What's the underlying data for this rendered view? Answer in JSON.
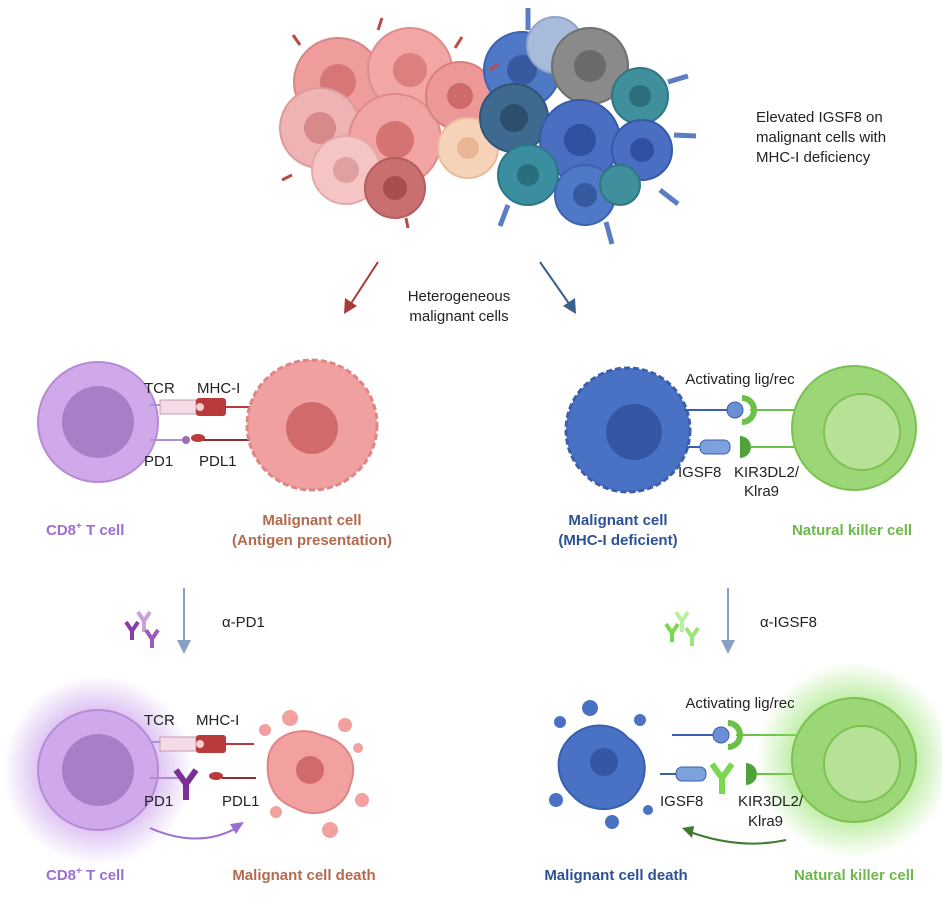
{
  "labels": {
    "elevated_line1": "Elevated IGSF8 on",
    "elevated_line2": "malignant cells with",
    "elevated_line3": "MHC-I deficiency",
    "hetero_line1": "Heterogeneous",
    "hetero_line2": "malignant cells",
    "left_top": {
      "tcr": "TCR",
      "mhc": "MHC-I",
      "pd1": "PD1",
      "pdl1": "PDL1",
      "tcell_caption_main": "CD8",
      "tcell_caption_sup": "+",
      "tcell_caption_tail": " T cell",
      "tumor_caption_line1": "Malignant cell",
      "tumor_caption_line2": "(Antigen presentation)"
    },
    "right_top": {
      "activating": "Activating lig/rec",
      "igsf8": "IGSF8",
      "kir_line1": "KIR3DL2/",
      "kir_line2": "Klra9",
      "tumor_caption_line1": "Malignant cell",
      "tumor_caption_line2": "(MHC-I deficient)",
      "nk_caption": "Natural killer cell"
    },
    "treat_left": "α-PD1",
    "treat_right": "α-IGSF8",
    "left_bottom": {
      "tcr": "TCR",
      "mhc": "MHC-I",
      "pd1": "PD1",
      "pdl1": "PDL1",
      "tcell_caption_main": "CD8",
      "tcell_caption_sup": "+",
      "tcell_caption_tail": " T cell",
      "death_caption": "Malignant cell death"
    },
    "right_bottom": {
      "activating": "Activating lig/rec",
      "igsf8": "IGSF8",
      "kir_line1": "KIR3DL2/",
      "kir_line2": "Klra9",
      "death_caption": "Malignant cell death",
      "nk_caption": "Natural killer cell"
    }
  },
  "colors": {
    "tcell": "#c9a6e6",
    "tcell_caption": "#9b6fd0",
    "tumor_pink": "#ee9a9a",
    "tumor_caption": "#b36a4e",
    "tumor_blue": "#4a72c4",
    "tumor_blue_caption": "#2c5196",
    "nk_green": "#8fd26b",
    "nk_caption": "#6db84a",
    "arrow_red": "#a83a3a",
    "arrow_blue": "#3a5f8a",
    "arrow_down": "#8b9fc4"
  }
}
